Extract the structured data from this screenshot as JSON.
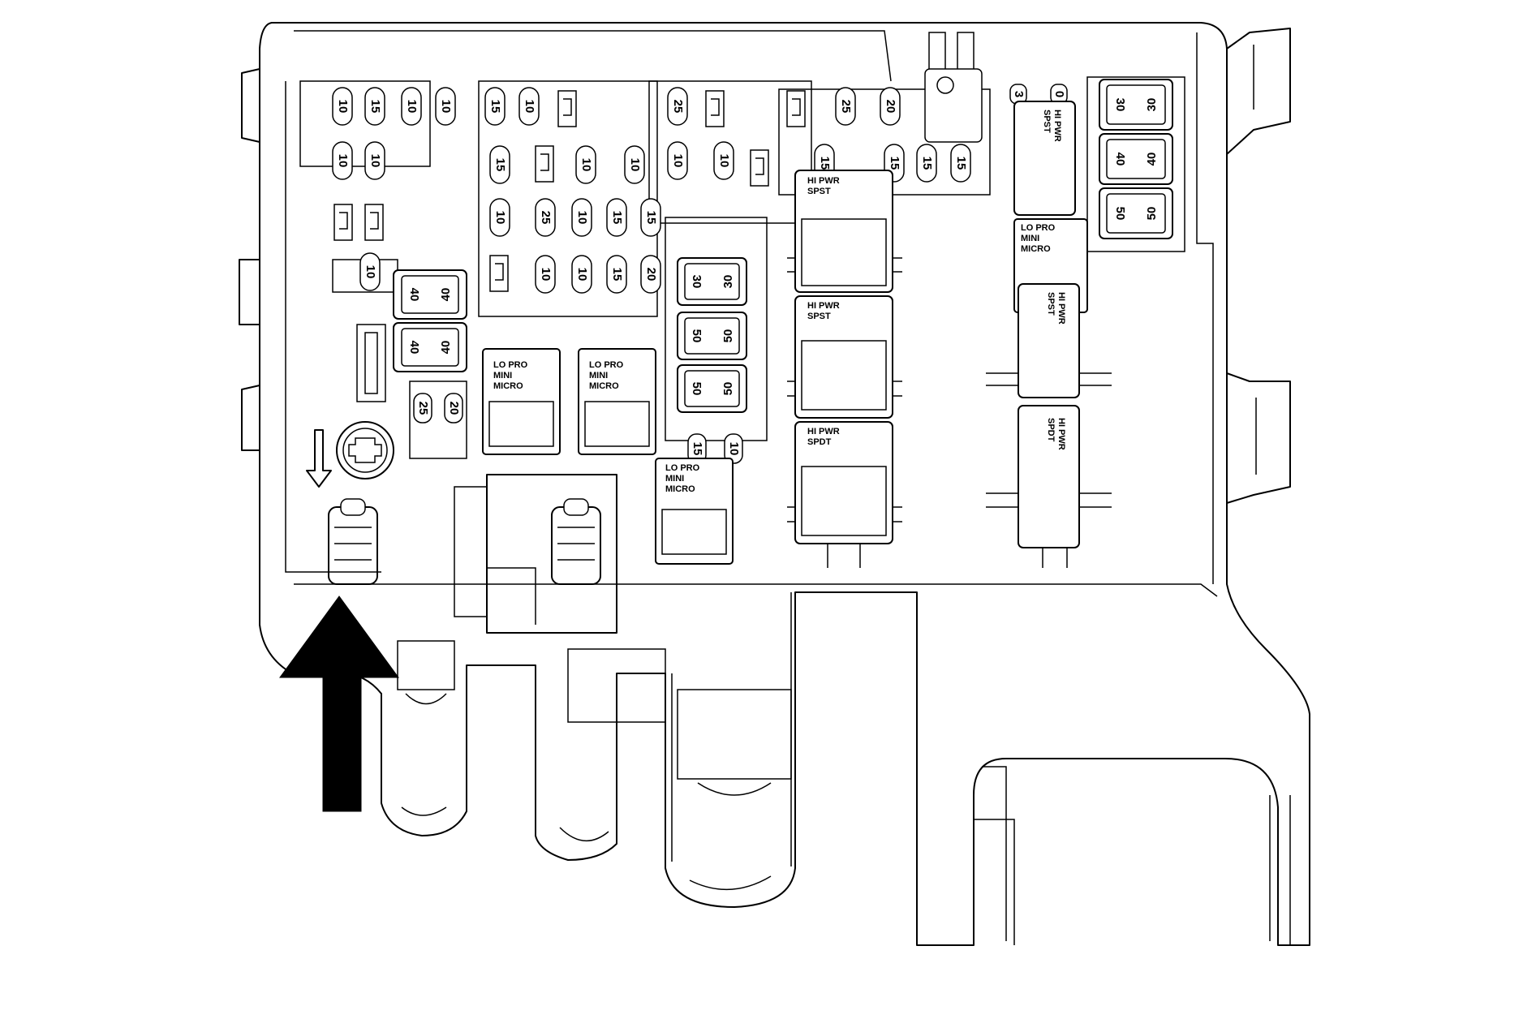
{
  "fuses": {
    "f1": "10",
    "f2": "15",
    "f3": "10",
    "f4": "10",
    "f5": "10",
    "f6": "10",
    "f7": "15",
    "f8": "10",
    "f9": "15",
    "f10": "10",
    "f11": "10",
    "f12": "10",
    "f13": "25",
    "f14": "10",
    "f15": "15",
    "f16": "15",
    "f17": "10",
    "f18": "10",
    "f19": "15",
    "f20": "20",
    "f21": "10",
    "f22": "25",
    "f23": "10",
    "f24": "10",
    "f25": "25",
    "f26": "20",
    "f27": "15",
    "f28": "15",
    "f29": "15",
    "f30": "15",
    "f31": "25",
    "f32": "20",
    "f33": "15",
    "f34": "10",
    "f35": "3",
    "f36": "0"
  },
  "maxi_fuses": {
    "m1": "40",
    "m2": "40",
    "m3": "30",
    "m4": "50",
    "m5": "50",
    "m6": "30",
    "m7": "40",
    "m8": "50"
  },
  "relays": {
    "lp1": [
      "LO PRO",
      "MINI",
      "MICRO"
    ],
    "lp2": [
      "LO PRO",
      "MINI",
      "MICRO"
    ],
    "lp3": [
      "LO PRO",
      "MINI",
      "MICRO"
    ],
    "lp4": [
      "LO PRO",
      "MINI",
      "MICRO"
    ],
    "hp1": [
      "HI PWR",
      "SPST"
    ],
    "hp2": [
      "HI PWR",
      "SPST"
    ],
    "hp3": [
      "HI PWR",
      "SPDT"
    ],
    "hp4": [
      "HI PWR",
      "SPST"
    ],
    "hp5": [
      "HI PWR",
      "SPST"
    ],
    "hp6": [
      "HI PWR",
      "SPDT"
    ]
  }
}
